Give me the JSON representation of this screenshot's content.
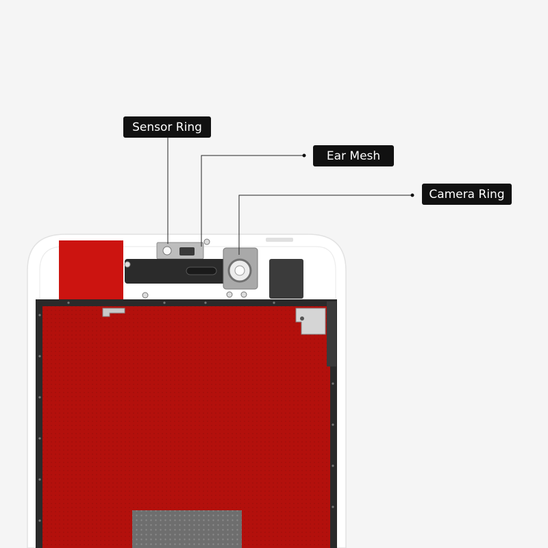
{
  "callouts": {
    "sensor_ring": "Sensor Ring",
    "ear_mesh": "Ear Mesh",
    "camera_ring": "Camera Ring"
  },
  "colors": {
    "background": "#f5f5f5",
    "frame": "#ffffff",
    "protective_film": "#b3100c",
    "bezel": "#2a2a2a",
    "label_bg": "#111111"
  }
}
